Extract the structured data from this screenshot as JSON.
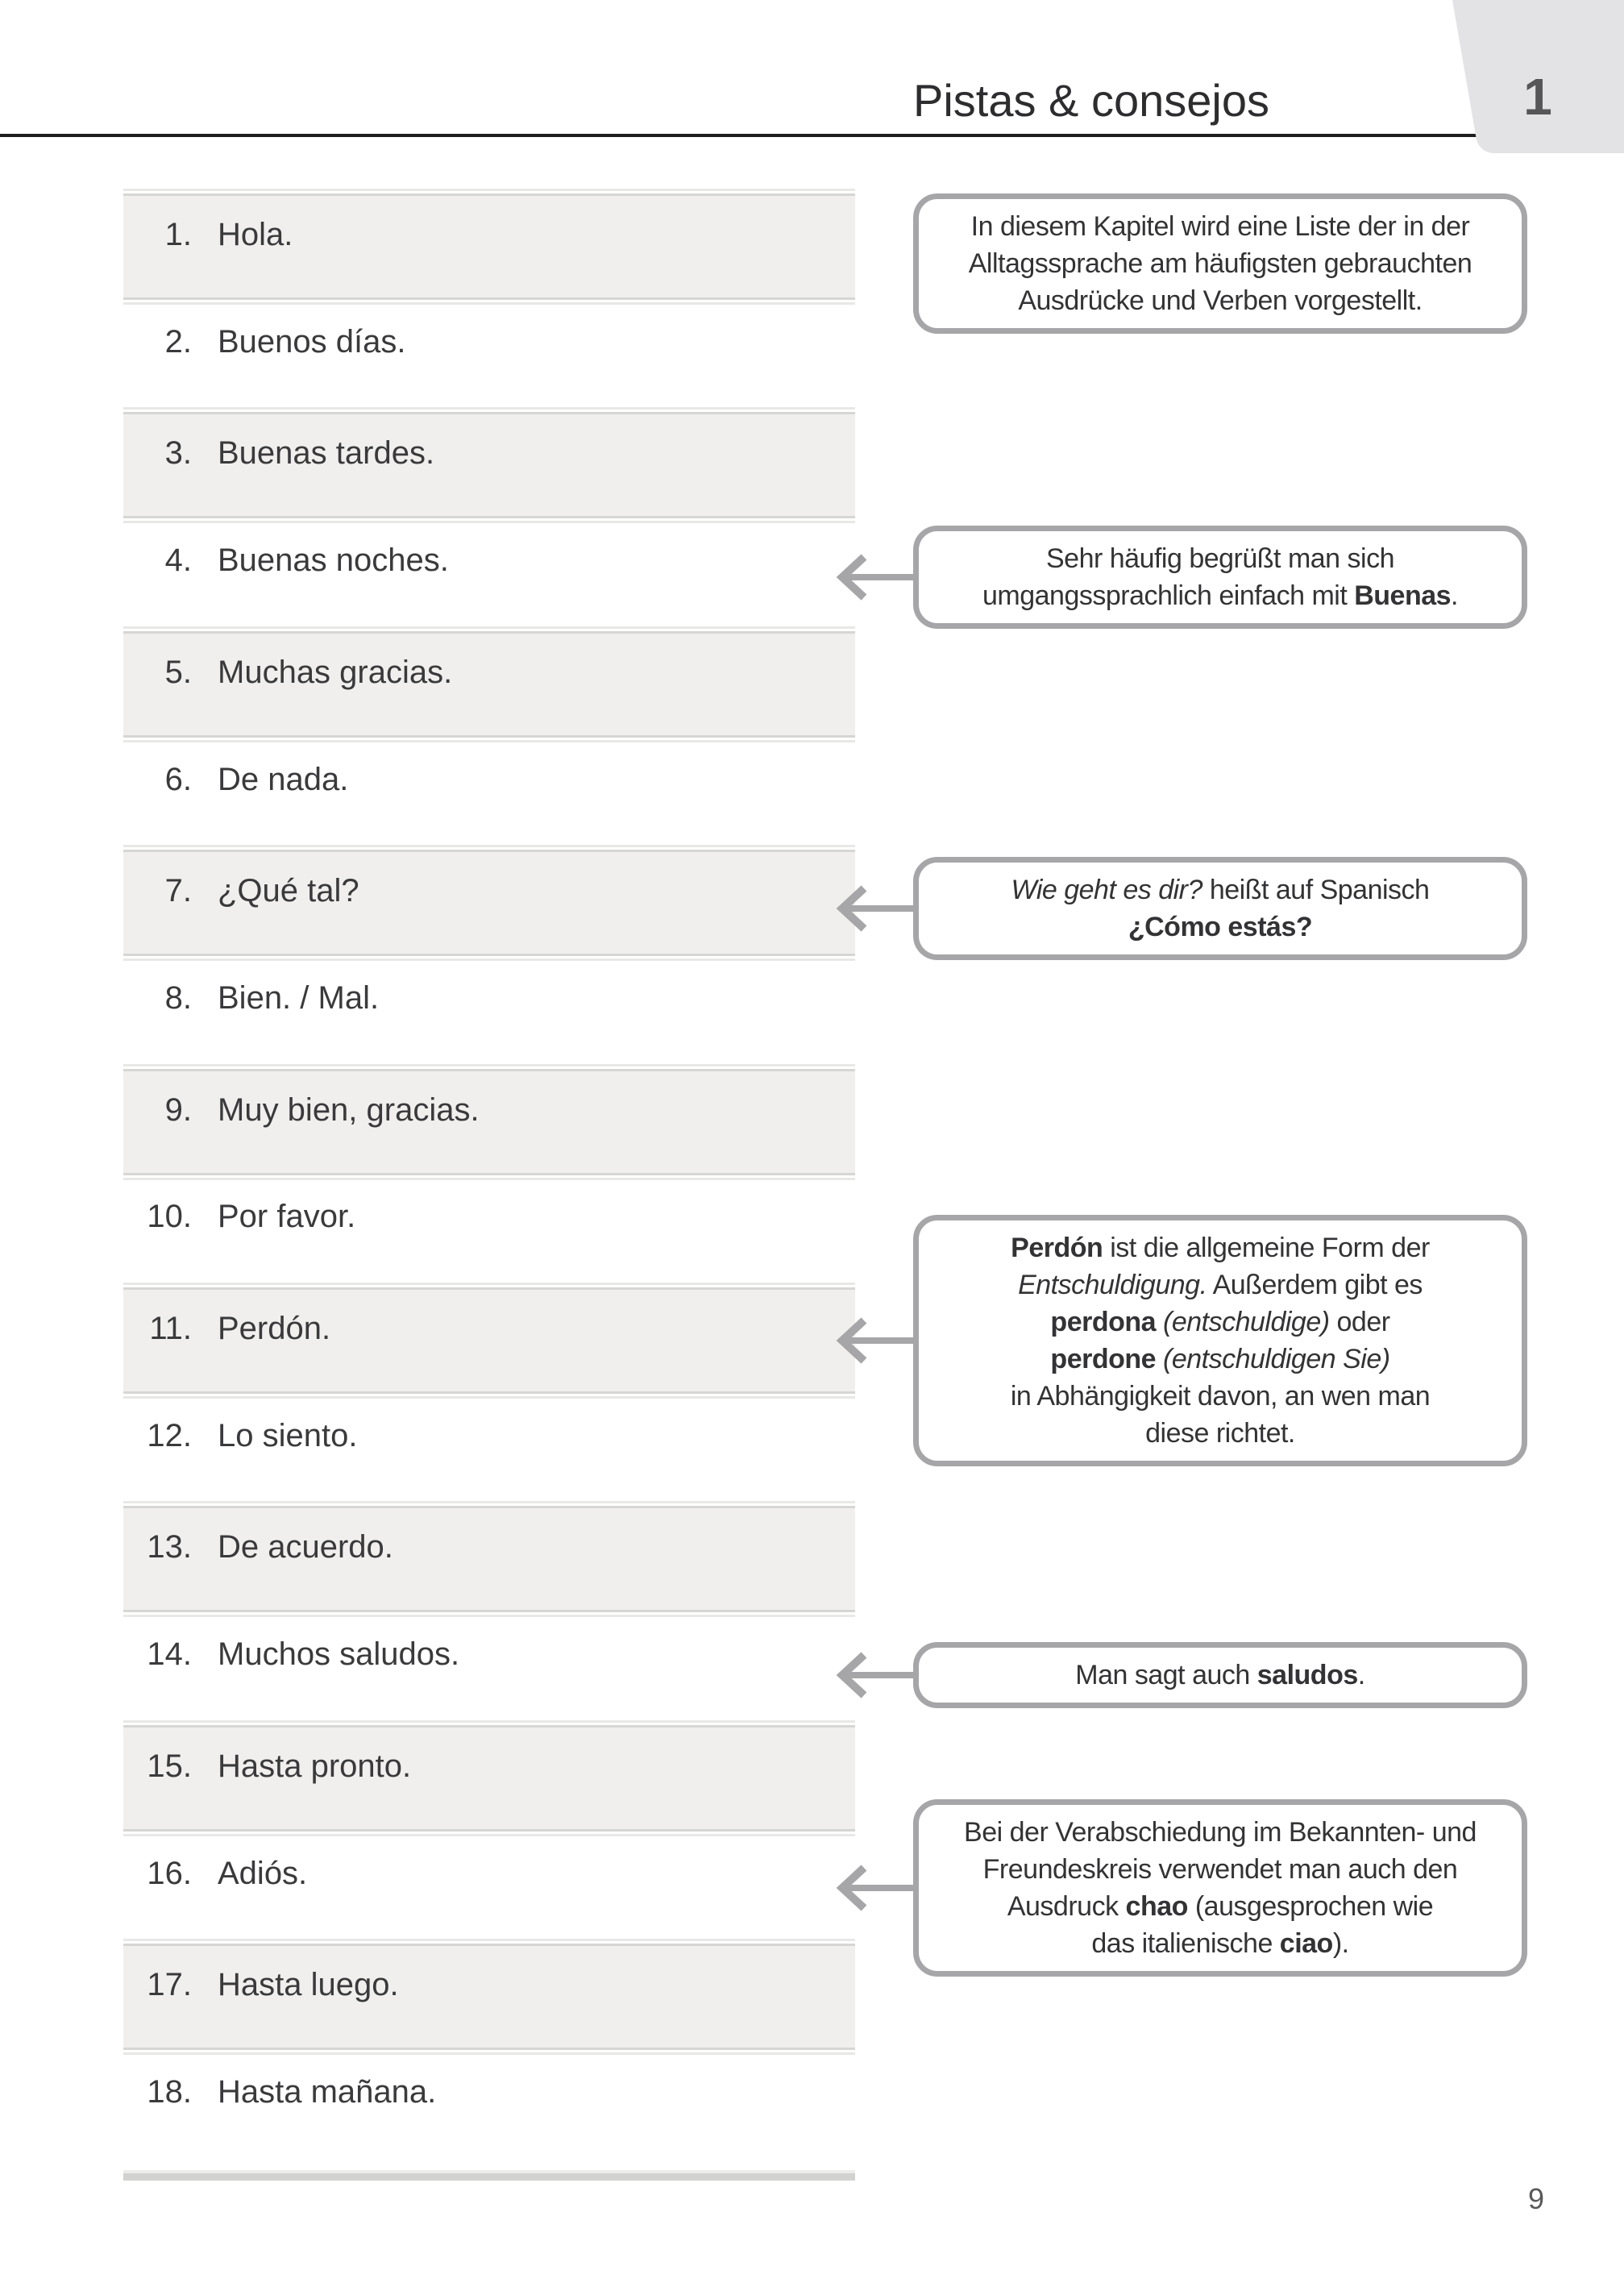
{
  "page": {
    "header": {
      "title": "Pistas & consejos",
      "chapter_number": "1"
    },
    "page_number": "9"
  },
  "list": {
    "items": [
      {
        "num": "1.",
        "text": "Hola."
      },
      {
        "num": "2.",
        "text": "Buenos días."
      },
      {
        "num": "3.",
        "text": "Buenas tardes."
      },
      {
        "num": "4.",
        "text": "Buenas noches."
      },
      {
        "num": "5.",
        "text": "Muchas gracias."
      },
      {
        "num": "6.",
        "text": "De nada."
      },
      {
        "num": "7.",
        "text": "¿Qué tal?"
      },
      {
        "num": "8.",
        "text": "Bien. / Mal."
      },
      {
        "num": "9.",
        "text": "Muy bien, gracias."
      },
      {
        "num": "10.",
        "text": "Por favor."
      },
      {
        "num": "11.",
        "text": "Perdón."
      },
      {
        "num": "12.",
        "text": "Lo siento."
      },
      {
        "num": "13.",
        "text": "De acuerdo."
      },
      {
        "num": "14.",
        "text": "Muchos saludos."
      },
      {
        "num": "15.",
        "text": "Hasta pronto."
      },
      {
        "num": "16.",
        "text": "Adiós."
      },
      {
        "num": "17.",
        "text": "Hasta luego."
      },
      {
        "num": "18.",
        "text": "Hasta mañana."
      }
    ]
  },
  "callouts": [
    {
      "points_to_item": null,
      "lines": [
        [
          {
            "t": "In diesem Kapitel wird eine Liste der in der"
          }
        ],
        [
          {
            "t": "Alltagssprache am häufigsten gebrauchten"
          }
        ],
        [
          {
            "t": "Ausdrücke und Verben vorgestellt."
          }
        ]
      ]
    },
    {
      "points_to_item": "4",
      "lines": [
        [
          {
            "t": "Sehr häufig begrüßt man sich"
          }
        ],
        [
          {
            "t": "umgangssprachlich einfach mit "
          },
          {
            "t": "Buenas",
            "s": "b"
          },
          {
            "t": "."
          }
        ]
      ]
    },
    {
      "points_to_item": "7",
      "lines": [
        [
          {
            "t": "Wie geht es dir?",
            "s": "i"
          },
          {
            "t": " heißt auf Spanisch"
          }
        ],
        [
          {
            "t": "¿Cómo estás?",
            "s": "b"
          }
        ]
      ]
    },
    {
      "points_to_item": "11",
      "lines": [
        [
          {
            "t": "Perdón",
            "s": "b"
          },
          {
            "t": " ist die allgemeine Form der"
          }
        ],
        [
          {
            "t": "Entschuldigung.",
            "s": "i"
          },
          {
            "t": " Außerdem gibt es"
          }
        ],
        [
          {
            "t": "perdona",
            "s": "b"
          },
          {
            "t": " "
          },
          {
            "t": "(entschuldige)",
            "s": "i"
          },
          {
            "t": " oder"
          }
        ],
        [
          {
            "t": "perdone",
            "s": "b"
          },
          {
            "t": " "
          },
          {
            "t": "(entschuldigen Sie)",
            "s": "i"
          }
        ],
        [
          {
            "t": "in Abhängigkeit davon, an wen man"
          }
        ],
        [
          {
            "t": "diese richtet."
          }
        ]
      ]
    },
    {
      "points_to_item": "14",
      "lines": [
        [
          {
            "t": "Man sagt auch "
          },
          {
            "t": "saludos",
            "s": "b"
          },
          {
            "t": "."
          }
        ]
      ]
    },
    {
      "points_to_item": "16",
      "lines": [
        [
          {
            "t": "Bei der Verabschiedung im Bekannten- und"
          }
        ],
        [
          {
            "t": "Freundeskreis verwendet man auch den"
          }
        ],
        [
          {
            "t": "Ausdruck "
          },
          {
            "t": "chao",
            "s": "b"
          },
          {
            "t": " (ausgesprochen wie"
          }
        ],
        [
          {
            "t": "das italienische "
          },
          {
            "t": "ciao",
            "s": "b"
          },
          {
            "t": ")."
          }
        ]
      ]
    }
  ],
  "colors": {
    "accent_gray": "#a6a6a8",
    "row_fill": "#f0efed",
    "row_border": "#d6d6d4",
    "rule_black": "#1d1d1f",
    "tab_fill": "#e3e3e5"
  }
}
